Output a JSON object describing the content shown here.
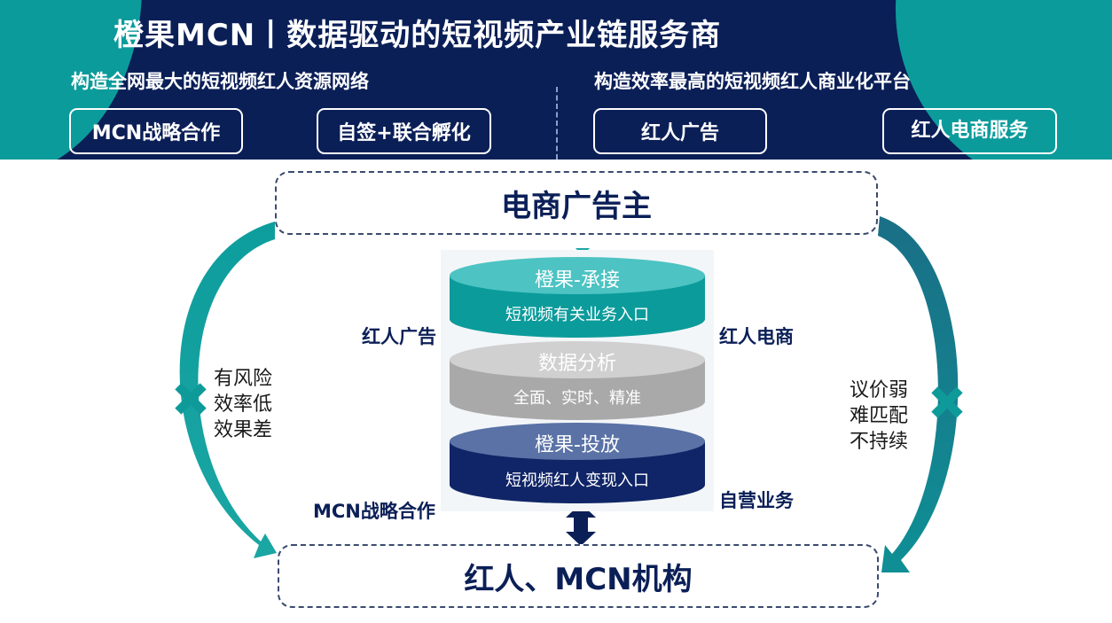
{
  "header": {
    "title": "橙果MCN丨数据驱动的短视频产业链服务商",
    "left_subtitle": "构造全网最大的短视频红人资源网络",
    "right_subtitle": "构造效率最高的短视频红人商业化平台",
    "pills": [
      "MCN战略合作",
      "自签+联合孵化",
      "红人广告",
      "红人电商服务"
    ]
  },
  "top_box": "电商广告主",
  "bottom_box": "红人、MCN机构",
  "side_labels": {
    "left_upper": "红人广告",
    "right_upper": "红人电商",
    "left_lower": "MCN战略合作",
    "right_lower": "自营业务"
  },
  "layers": [
    {
      "title": "橙果-承接",
      "sub": "短视频有关业务入口"
    },
    {
      "title": "数据分析",
      "sub": "全面、实时、精准"
    },
    {
      "title": "橙果-投放",
      "sub": "短视频红人变现入口"
    }
  ],
  "left_risks": [
    "有风险",
    "效率低",
    "效果差"
  ],
  "right_risks": [
    "议价弱",
    "难匹配",
    "不持续"
  ],
  "colors": {
    "navy": "#0b1f57",
    "teal": "#0c9b9b",
    "layer1": "#2fb1b1",
    "layer2": "#a8a8a8",
    "layer3": "#16296a"
  }
}
